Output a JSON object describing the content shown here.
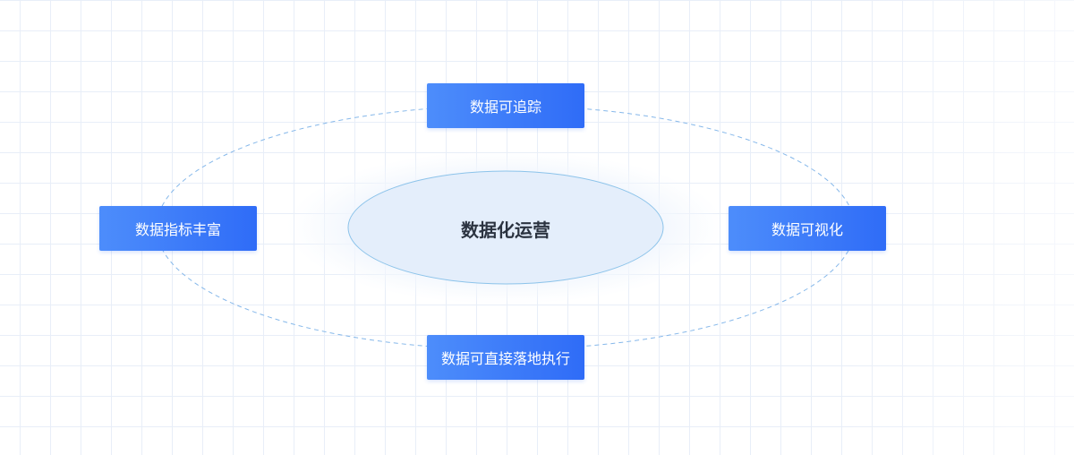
{
  "center": {
    "label": "数据化运营"
  },
  "nodes": {
    "top": "数据可追踪",
    "left": "数据指标丰富",
    "right": "数据可视化",
    "bottom": "数据可直接落地执行"
  },
  "colors": {
    "node_gradient_start": "#4d8dfb",
    "node_gradient_end": "#2f6cf7",
    "center_fill": "#e4eefb",
    "center_stroke": "#8cc3ea",
    "dashed_orbit": "#86b8ea",
    "grid_line": "#e8eef8",
    "center_text": "#2b3340"
  }
}
